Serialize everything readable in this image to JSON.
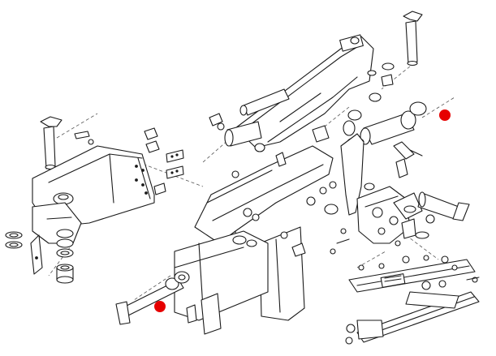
{
  "diagram": {
    "type": "exploded-parts-drawing",
    "background": "#ffffff",
    "line_color": "#1a1a1a",
    "marker_color": "#e60000"
  },
  "markers": [
    {
      "name": "marker-top-right",
      "color": "#e60000"
    },
    {
      "name": "marker-bottom-left",
      "color": "#e60000"
    }
  ]
}
